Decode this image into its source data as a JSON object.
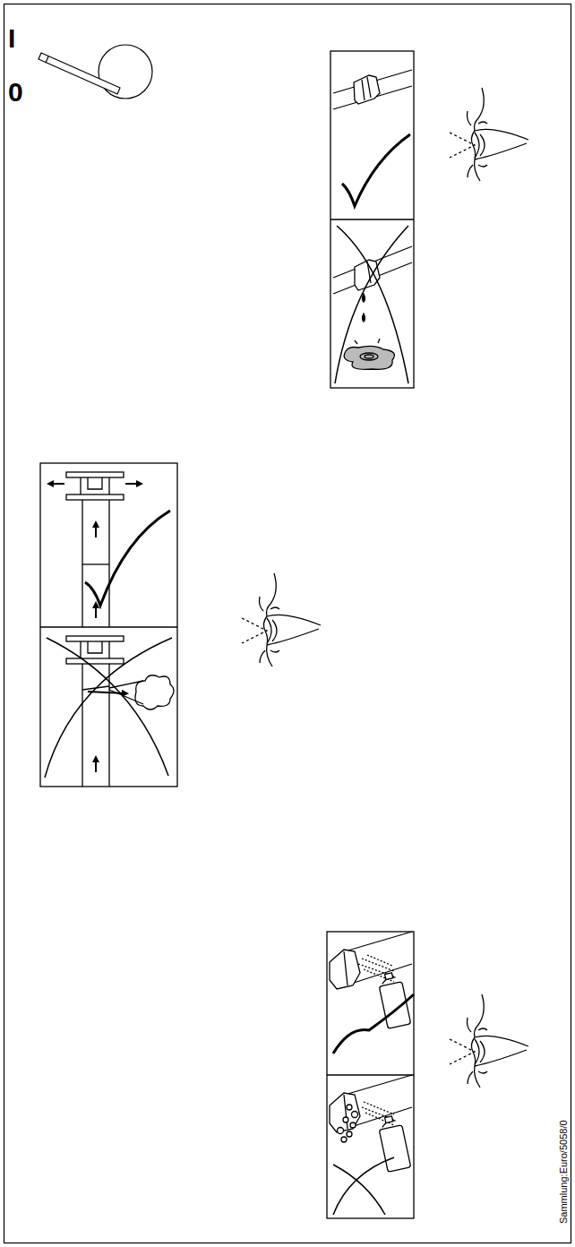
{
  "diagram": {
    "labels": [
      "I",
      "0",
      "Sammlung:Euro/5058/0"
    ]
  }
}
